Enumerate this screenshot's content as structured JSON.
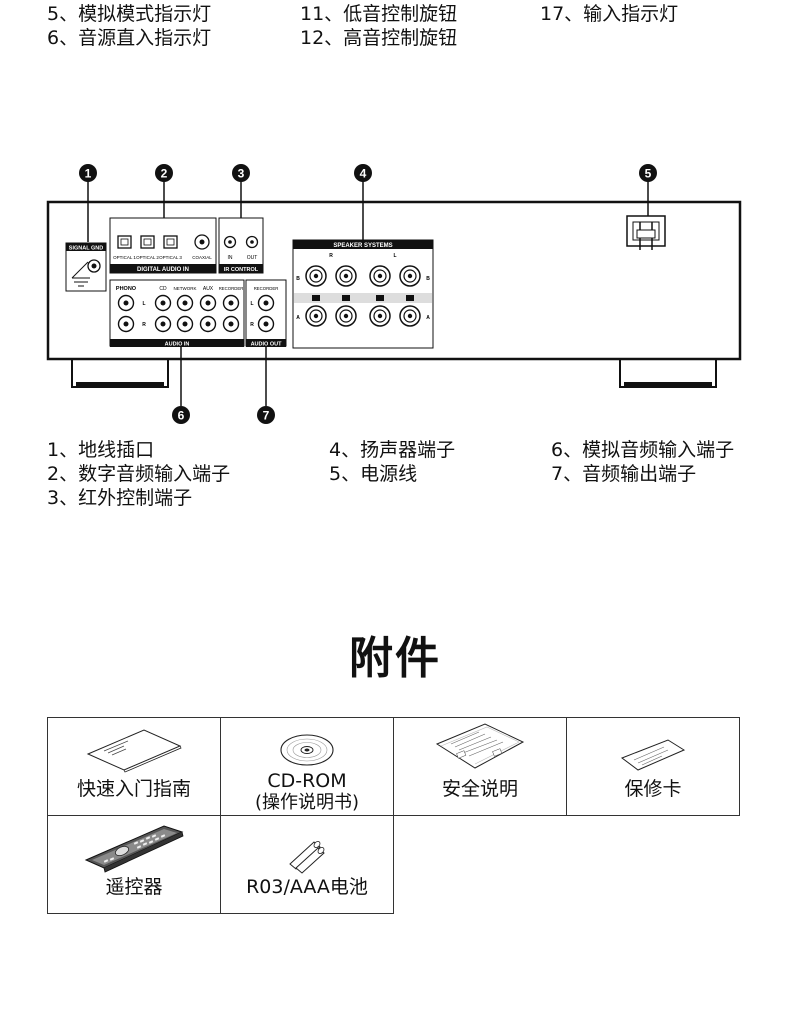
{
  "top_items": {
    "c1": [
      "5、模拟模式指示灯",
      "6、音源直入指示灯"
    ],
    "c2": [
      "11、低音控制旋钮",
      "12、高音控制旋钮"
    ],
    "c3": [
      "17、输入指示灯"
    ]
  },
  "diagram": {
    "callouts": [
      "1",
      "2",
      "3",
      "4",
      "5",
      "6",
      "7"
    ],
    "panel": {
      "signal_gnd": "SIGNAL GND",
      "optical1": "OPTICAL 1",
      "optical2": "OPTICAL 2",
      "optical3": "OPTICAL 3",
      "coaxial": "COAXIAL",
      "digital_audio_in": "DIGITAL AUDIO IN",
      "ir_in": "IN",
      "ir_out": "OUT",
      "ir_control": "IR CONTROL",
      "speaker_systems": "SPEAKER SYSTEMS",
      "spk_b": "B",
      "spk_a": "A",
      "ch_l": "L",
      "ch_r": "R",
      "phono": "PHONO",
      "cd": "CD",
      "network": "NETWORK",
      "aux": "AUX",
      "recorder": "RECORDER",
      "audio_in": "AUDIO IN",
      "audio_out": "AUDIO OUT"
    }
  },
  "bottom_items": {
    "c1": [
      "1、地线插口",
      "2、数字音频输入端子",
      "3、红外控制端子"
    ],
    "c2": [
      "4、扬声器端子",
      "5、电源线"
    ],
    "c3": [
      "6、模拟音频输入端子",
      "7、音频输出端子"
    ]
  },
  "accessories": {
    "title": "附件",
    "items": [
      {
        "name": "快速入门指南",
        "icon": "booklet-icon"
      },
      {
        "name": "CD-ROM",
        "sub": "(操作说明书)",
        "icon": "cd-icon"
      },
      {
        "name": "安全说明",
        "icon": "safety-sheet-icon"
      },
      {
        "name": "保修卡",
        "icon": "warranty-card-icon"
      },
      {
        "name": "遥控器",
        "icon": "remote-icon"
      },
      {
        "name": "R03/AAA电池",
        "icon": "battery-icon"
      }
    ]
  }
}
